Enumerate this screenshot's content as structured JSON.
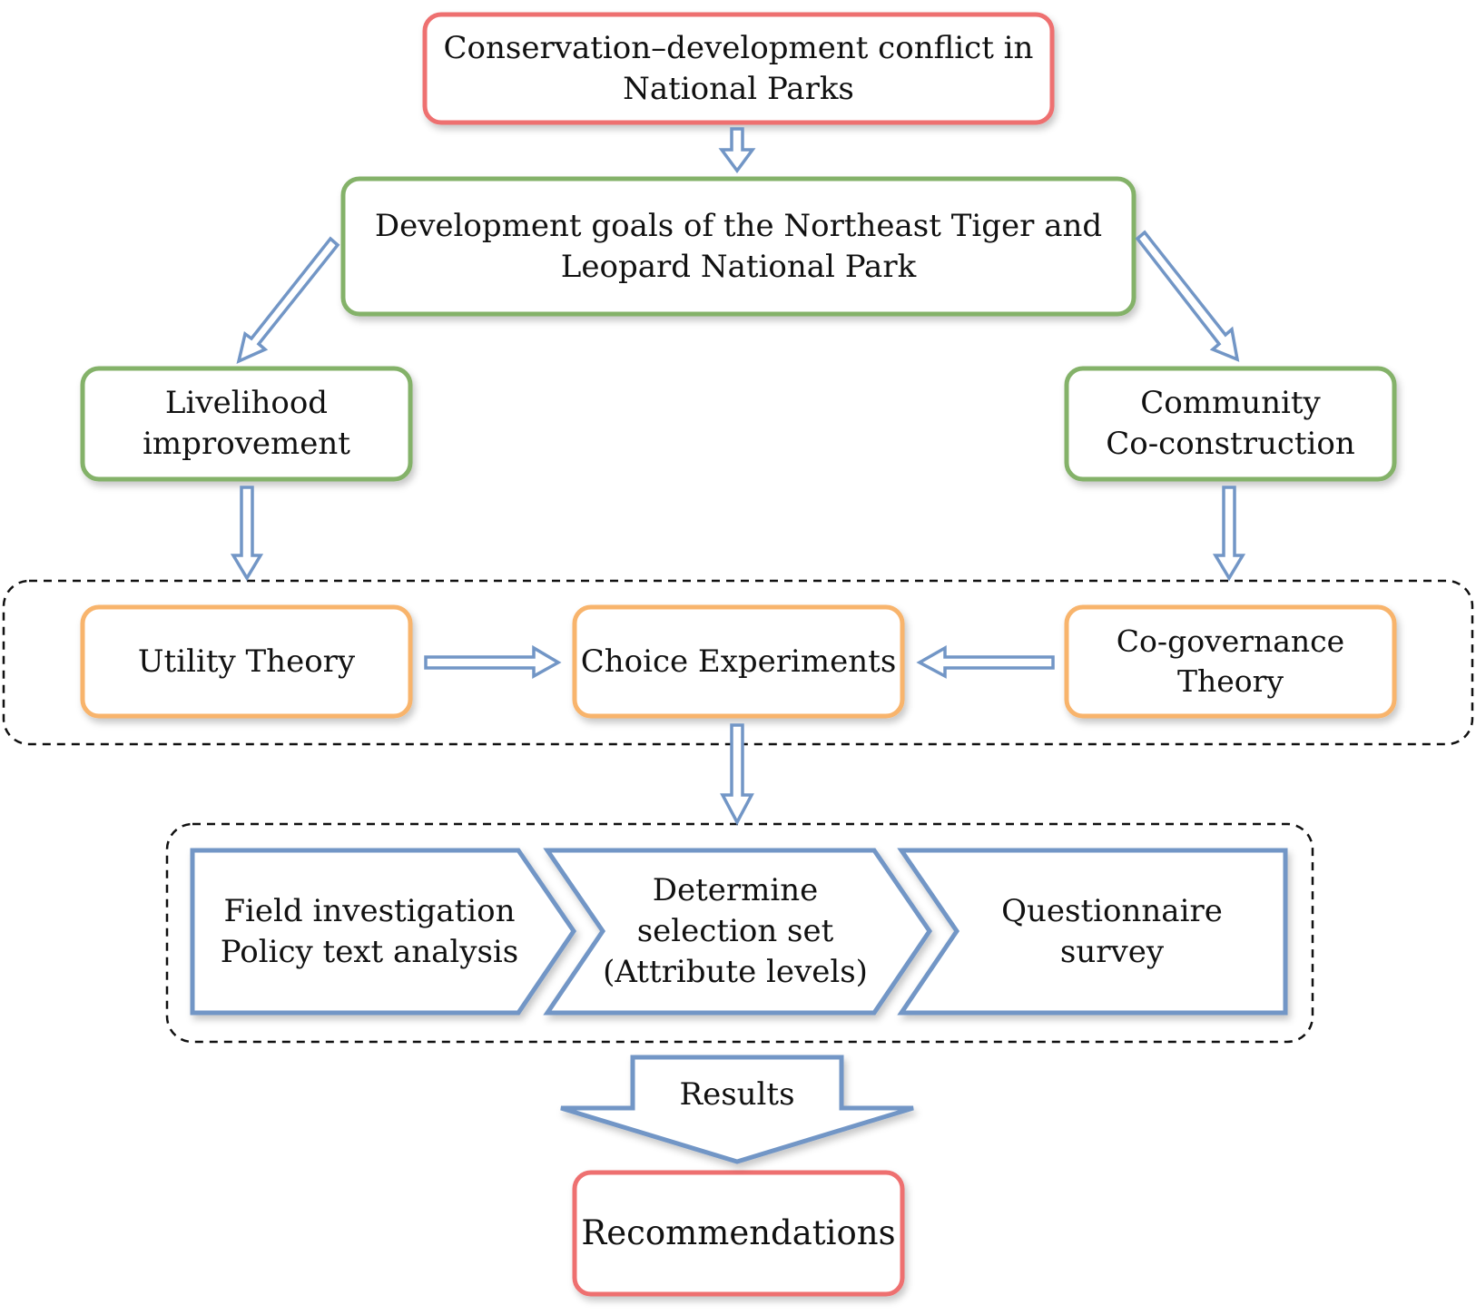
{
  "colors": {
    "red": "#ee6f70",
    "green": "#84b269",
    "orange": "#f8b46c",
    "blue": "#7296c6",
    "dashed": "#111111",
    "text": "#111111"
  },
  "nodes": {
    "conflict": "Conservation–development conflict in\nNational Parks",
    "goals": "Development goals of the Northeast Tiger and\nLeopard National Park",
    "livelihood": "Livelihood\nimprovement",
    "community": "Community\nCo-construction",
    "utility": "Utility Theory",
    "choice": "Choice Experiments",
    "cogovernance": "Co-governance Theory",
    "field": "Field investigation\nPolicy text analysis",
    "determine": "Determine\nselection set\n(Attribute levels)",
    "questionnaire": "Questionnaire\nsurvey",
    "results": "Results",
    "recommendations": "Recommendations"
  }
}
